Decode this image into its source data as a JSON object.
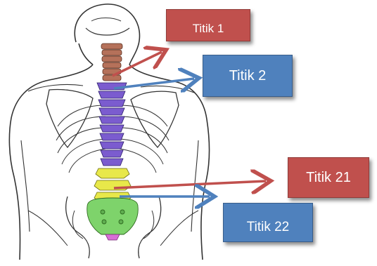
{
  "labels": {
    "titik_1": "Titik 1",
    "titik_2": "Titik 2",
    "titik_21": "Titik 21",
    "titik_22": "Titik 22"
  },
  "colors": {
    "red_label": "#c0504d",
    "blue_label": "#4f81bd",
    "cervical": "#b5715a",
    "thoracic": "#7b5ccf",
    "lumbar": "#e8e84a",
    "sacrum": "#7ed36b",
    "coccyx": "#d86fd6",
    "outline": "#333333"
  }
}
